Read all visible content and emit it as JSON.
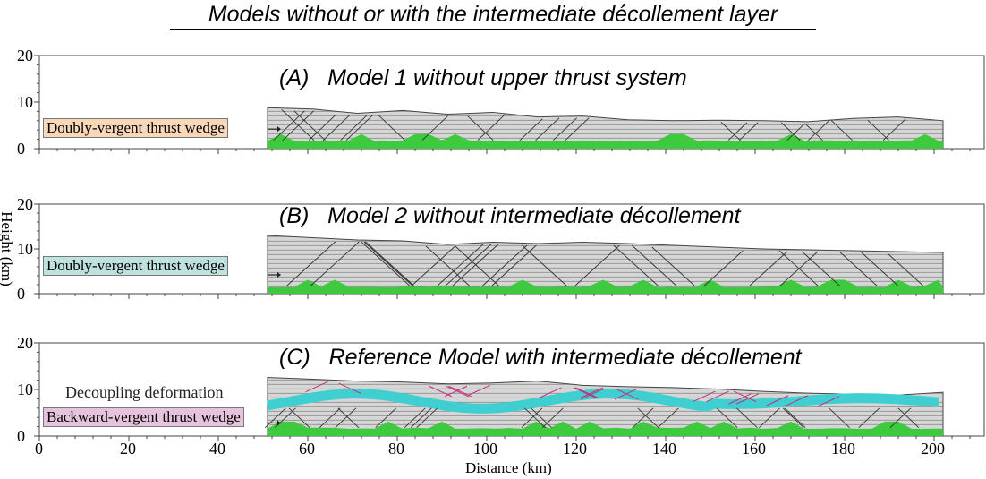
{
  "figure_title": "Models without or with the intermediate décollement layer",
  "y_axis_label": "Height (km)",
  "x_axis_label": "Distance (km)",
  "y_ticks": [
    "0",
    "10",
    "20"
  ],
  "x_ticks": [
    "0",
    "20",
    "40",
    "60",
    "80",
    "100",
    "120",
    "140",
    "160",
    "180",
    "200"
  ],
  "panels": [
    {
      "title": "(A)   Model 1 without upper thrust system",
      "label": "Doubly-vergent thrust wedge",
      "label_color": "#f8d8b8"
    },
    {
      "title": "(B)   Model 2 without intermediate décollement",
      "label": "Doubly-vergent thrust wedge",
      "label_color": "#bfe2de"
    },
    {
      "title": "(C)   Reference Model with intermediate décollement",
      "label": "Backward-vergent thrust wedge",
      "label_color": "#e6c3dc",
      "extra_label": "Decoupling deformation"
    }
  ],
  "colors": {
    "rock": "#d4d4d4",
    "base_decollement": "#3ec93e",
    "intermediate_decollement": "#3fcfd0",
    "faults": "#333333",
    "upper_faults": "#c0307a"
  }
}
